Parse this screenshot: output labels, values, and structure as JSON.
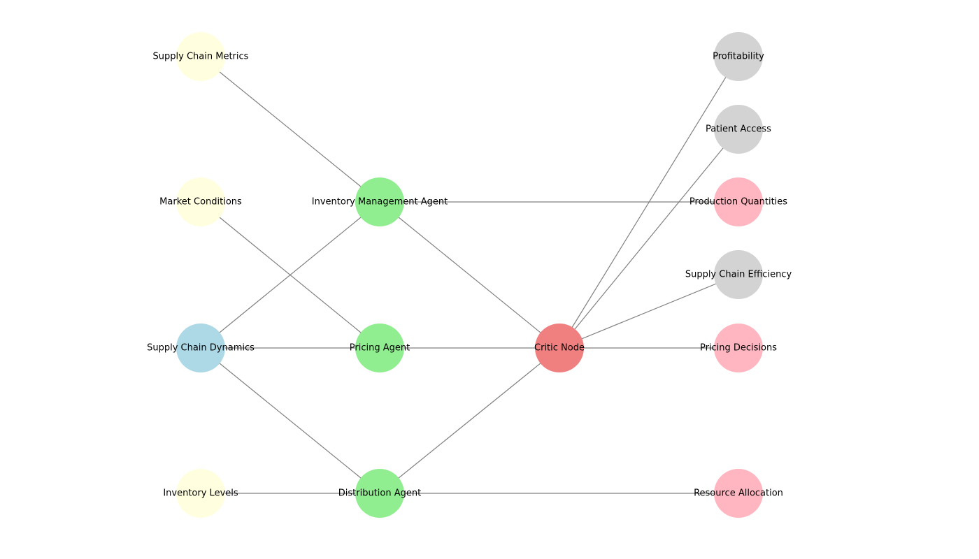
{
  "diagram": {
    "edge_color": "#808080",
    "category_colors": {
      "input": "#ffffe0",
      "dynamics": "#add8e6",
      "agent": "#90ee90",
      "critic": "#f08080",
      "objective": "#d3d3d3",
      "decision": "#ffb6c1"
    },
    "nodes": [
      {
        "id": "supply-chain-metrics",
        "label": "Supply Chain Metrics",
        "category": "input"
      },
      {
        "id": "market-conditions",
        "label": "Market Conditions",
        "category": "input"
      },
      {
        "id": "supply-chain-dynamics",
        "label": "Supply Chain Dynamics",
        "category": "dynamics"
      },
      {
        "id": "inventory-levels",
        "label": "Inventory Levels",
        "category": "input"
      },
      {
        "id": "inventory-management-agent",
        "label": "Inventory Management Agent",
        "category": "agent"
      },
      {
        "id": "pricing-agent",
        "label": "Pricing Agent",
        "category": "agent"
      },
      {
        "id": "distribution-agent",
        "label": "Distribution Agent",
        "category": "agent"
      },
      {
        "id": "critic-node",
        "label": "Critic Node",
        "category": "critic"
      },
      {
        "id": "profitability",
        "label": "Profitability",
        "category": "objective"
      },
      {
        "id": "patient-access",
        "label": "Patient Access",
        "category": "objective"
      },
      {
        "id": "production-quantities",
        "label": "Production Quantities",
        "category": "decision"
      },
      {
        "id": "supply-chain-efficiency",
        "label": "Supply Chain Efficiency",
        "category": "objective"
      },
      {
        "id": "pricing-decisions",
        "label": "Pricing Decisions",
        "category": "decision"
      },
      {
        "id": "resource-allocation",
        "label": "Resource Allocation",
        "category": "decision"
      }
    ],
    "edges": [
      [
        "supply-chain-metrics",
        "inventory-management-agent"
      ],
      [
        "market-conditions",
        "pricing-agent"
      ],
      [
        "supply-chain-dynamics",
        "inventory-management-agent"
      ],
      [
        "supply-chain-dynamics",
        "pricing-agent"
      ],
      [
        "supply-chain-dynamics",
        "distribution-agent"
      ],
      [
        "inventory-levels",
        "distribution-agent"
      ],
      [
        "inventory-management-agent",
        "production-quantities"
      ],
      [
        "inventory-management-agent",
        "critic-node"
      ],
      [
        "pricing-agent",
        "critic-node"
      ],
      [
        "distribution-agent",
        "critic-node"
      ],
      [
        "distribution-agent",
        "resource-allocation"
      ],
      [
        "critic-node",
        "profitability"
      ],
      [
        "critic-node",
        "patient-access"
      ],
      [
        "critic-node",
        "supply-chain-efficiency"
      ],
      [
        "critic-node",
        "pricing-decisions"
      ]
    ]
  }
}
